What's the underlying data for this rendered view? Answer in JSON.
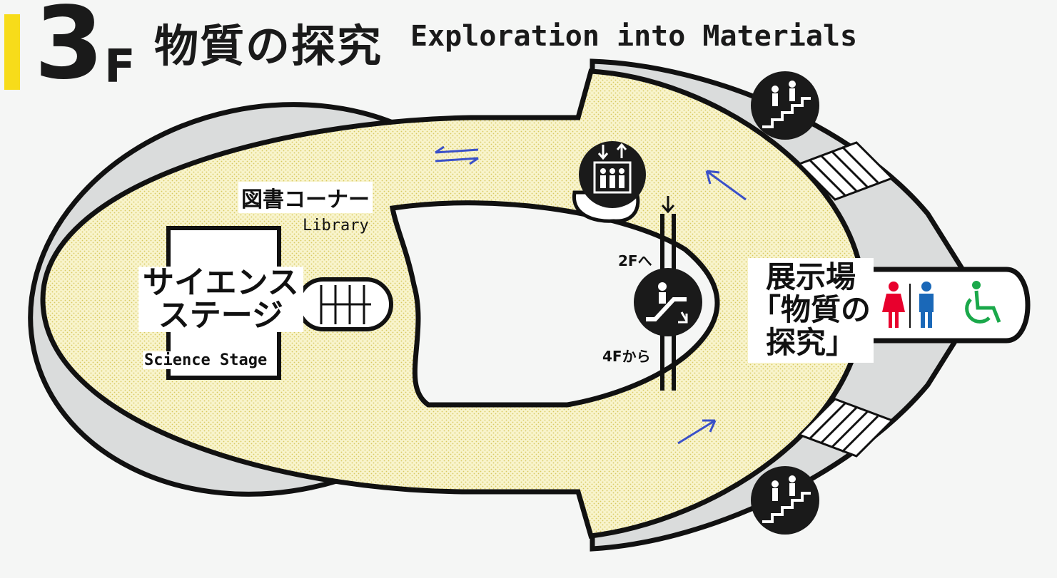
{
  "header": {
    "floor_number": "3",
    "floor_suffix": "F",
    "title_jp": "物質の探究",
    "title_en": "Exploration into Materials"
  },
  "areas": {
    "library_jp": "図書コーナー",
    "library_en": "Library",
    "stage_jp_line1": "サイエンス",
    "stage_jp_line2": "ステージ",
    "stage_en": "Science Stage",
    "exhibit_line1": "展示場",
    "exhibit_line2": "「物質の",
    "exhibit_line3": "探究」"
  },
  "escalator": {
    "to_label": "2Fへ",
    "from_label": "4Fから"
  },
  "icons": {
    "elevator": "elevator-icon",
    "escalator": "escalator-icon",
    "stairs": "stairs-icon",
    "restroom_female": "female-restroom-icon",
    "restroom_male": "male-restroom-icon",
    "accessible": "wheelchair-accessible-icon"
  },
  "colors": {
    "accent_yellow": "#f7dc1a",
    "floor_fill": "#f6f2c8",
    "corridor_gray": "#dadcdc",
    "arrow_blue": "#3a50c8",
    "female_red": "#e8002d",
    "male_blue": "#1a68b8",
    "accessible_green": "#1aa84a"
  }
}
